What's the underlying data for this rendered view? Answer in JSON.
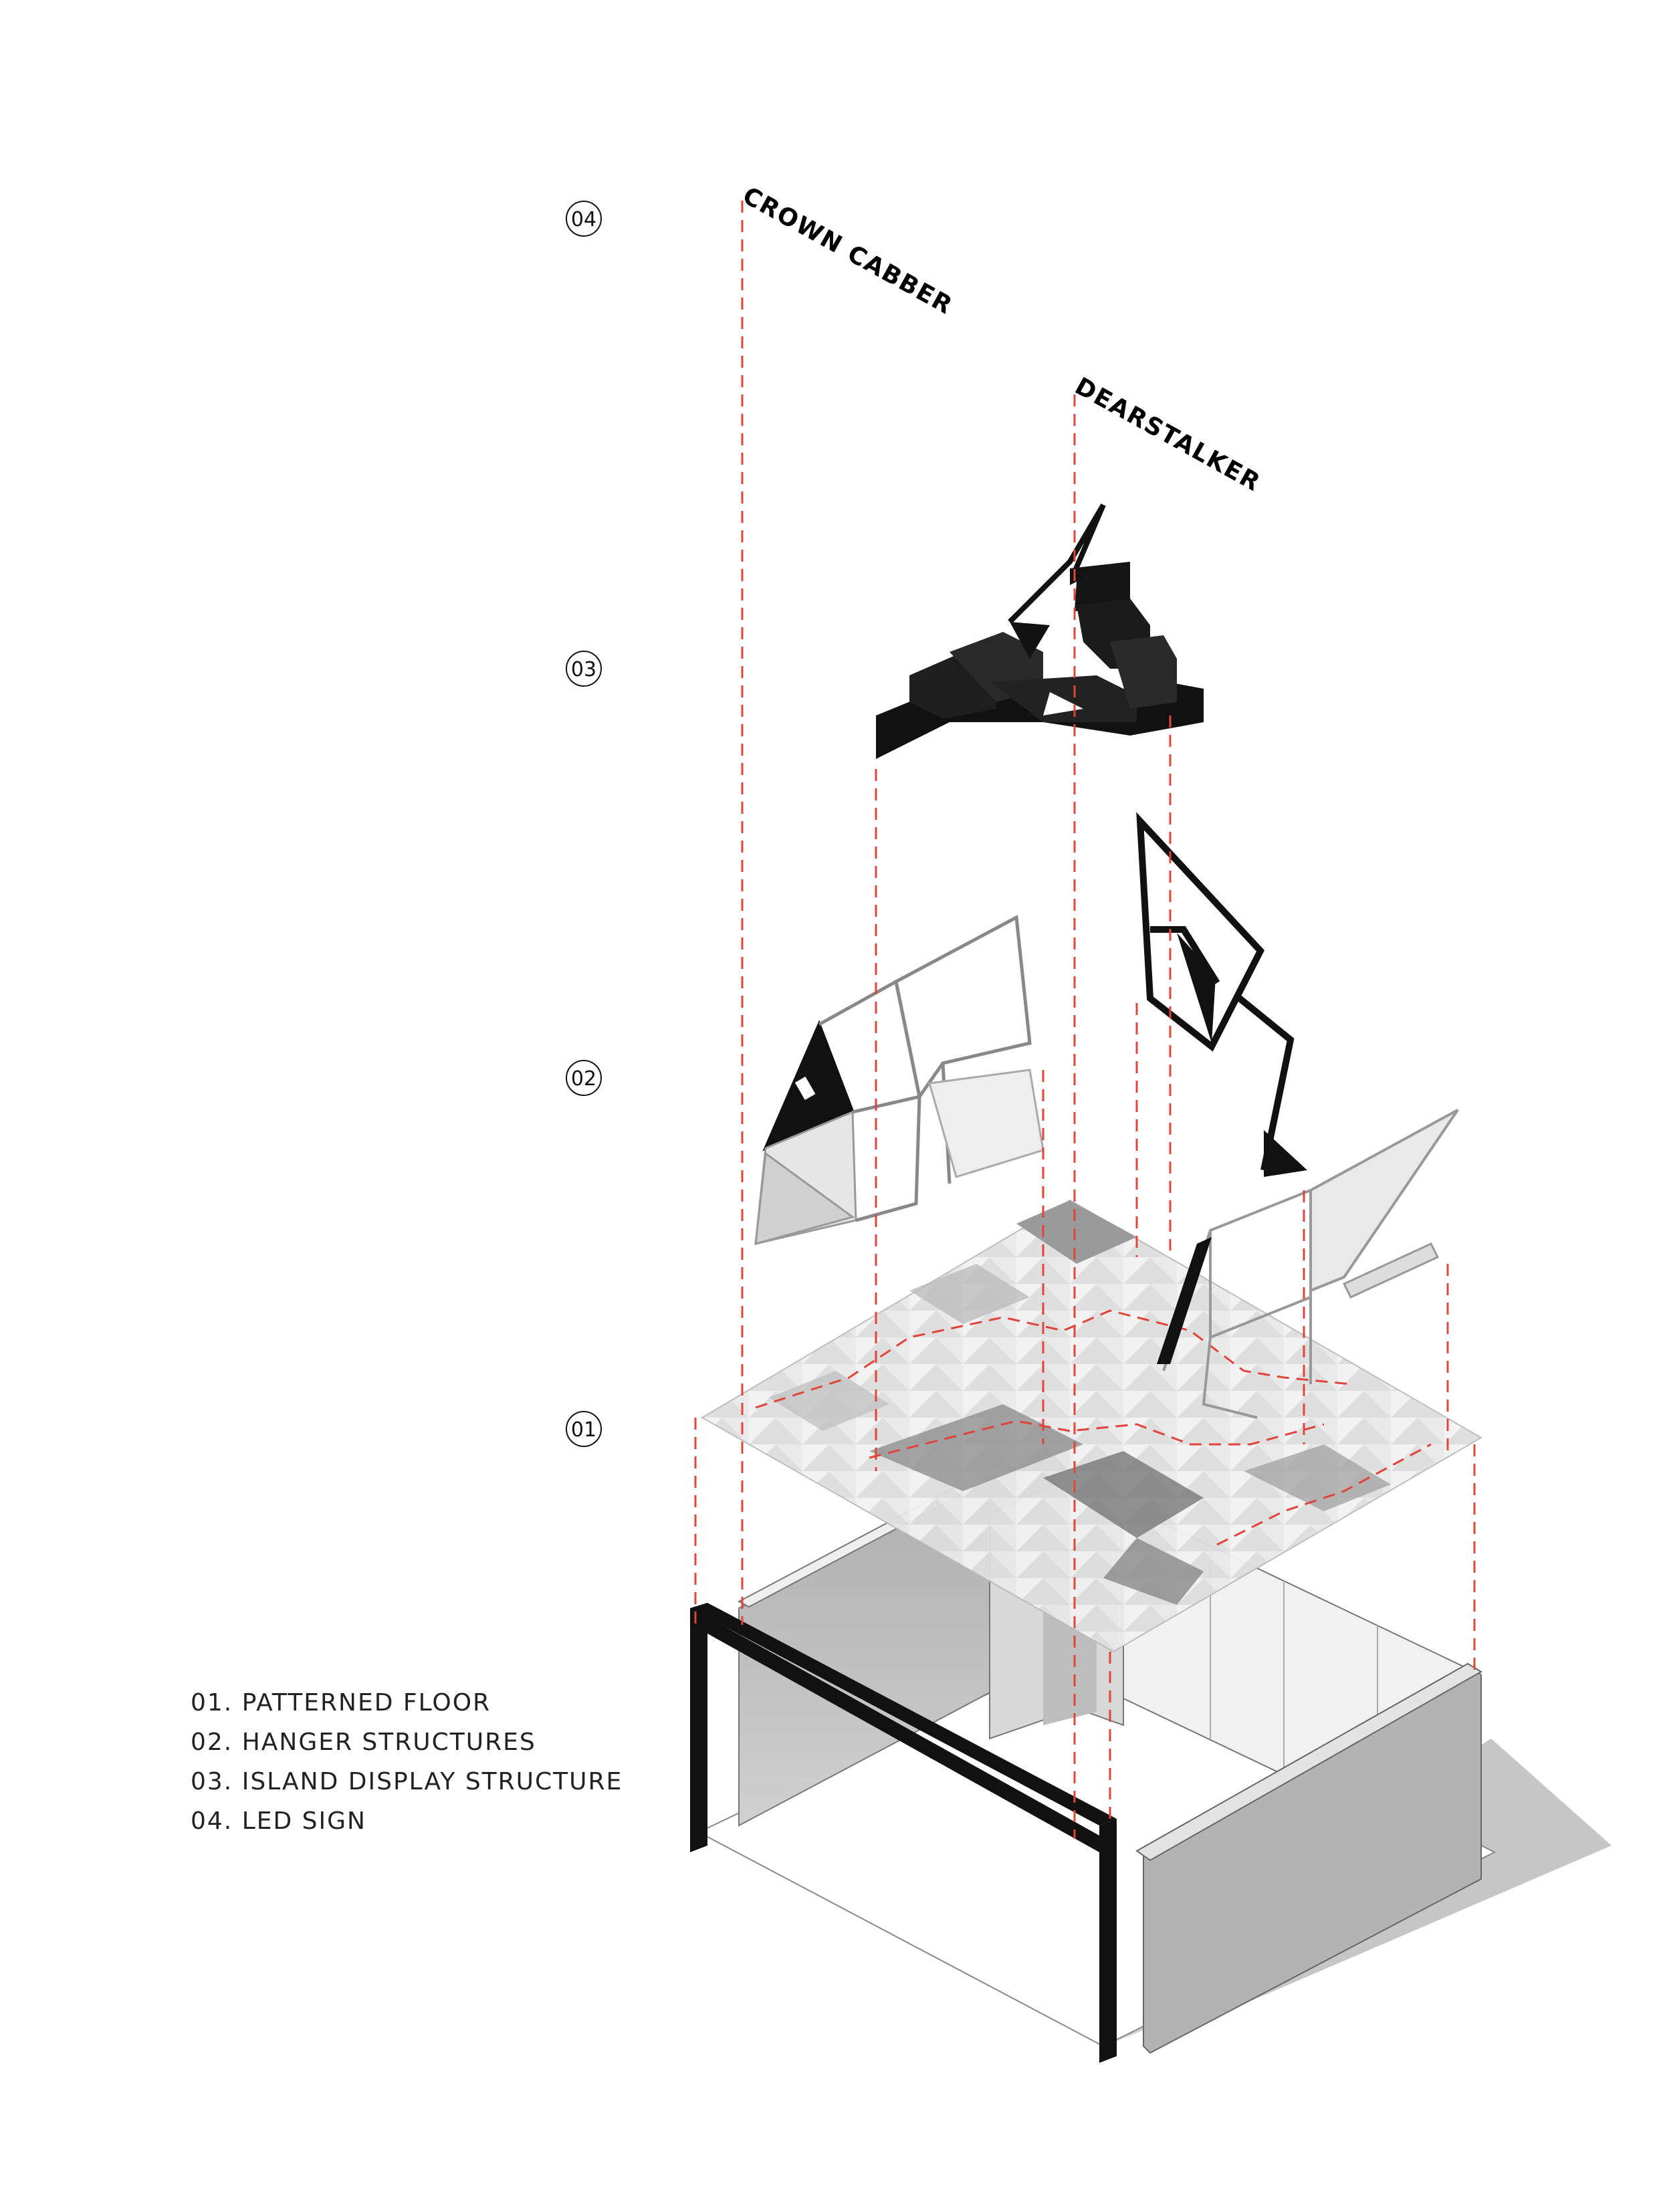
{
  "layers": [
    {
      "number": "04"
    },
    {
      "number": "03"
    },
    {
      "number": "02"
    },
    {
      "number": "01"
    }
  ],
  "led_signs": [
    {
      "text": "CROWN CABBER"
    },
    {
      "text": "DEARSTALKER"
    }
  ],
  "legend": [
    {
      "label": "01. PATTERNED FLOOR"
    },
    {
      "label": "02. HANGER STRUCTURES"
    },
    {
      "label": "03. ISLAND DISPLAY STRUCTURE"
    },
    {
      "label": "04. LED SIGN"
    }
  ],
  "colors": {
    "projection_lines": "#e1443a",
    "structure": "#111111",
    "wall": "#bdbdbd",
    "shadow": "#cfcfcf"
  }
}
